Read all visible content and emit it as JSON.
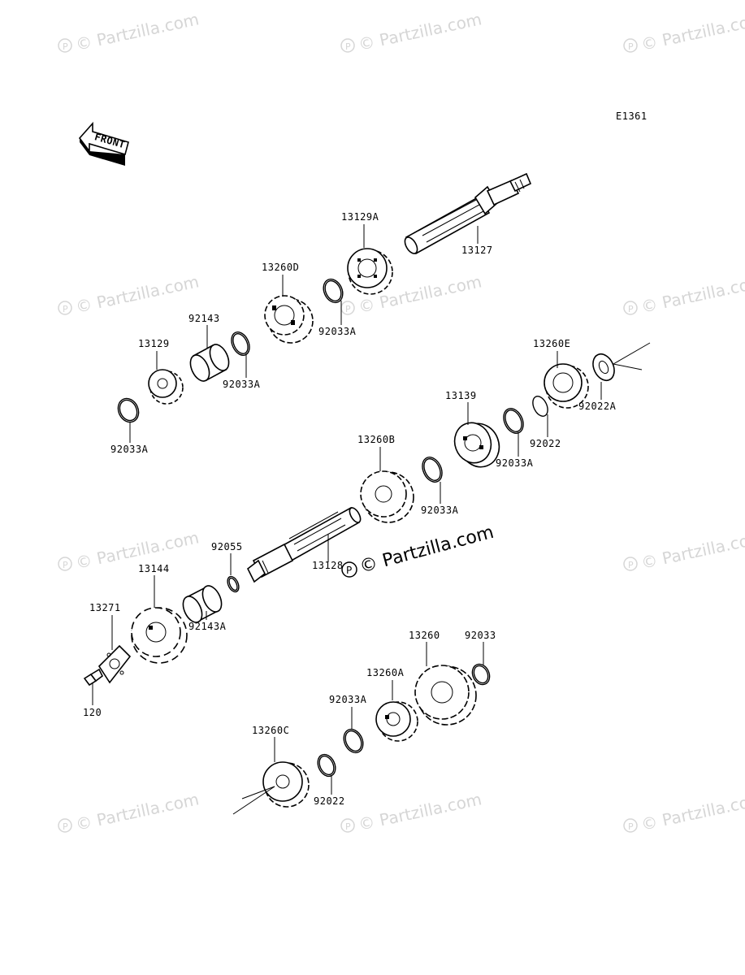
{
  "diagram_code": "E1361",
  "front_label": "FRONT",
  "watermark": "© Partzilla.com",
  "parts": [
    {
      "id": "p13129A",
      "number": "13129A"
    },
    {
      "id": "p13127",
      "number": "13127"
    },
    {
      "id": "p13260D",
      "number": "13260D"
    },
    {
      "id": "p92143",
      "number": "92143"
    },
    {
      "id": "p13129",
      "number": "13129"
    },
    {
      "id": "p92033A_a",
      "number": "92033A"
    },
    {
      "id": "p92033A_b",
      "number": "92033A"
    },
    {
      "id": "p92033A_c",
      "number": "92033A"
    },
    {
      "id": "p13260E",
      "number": "13260E"
    },
    {
      "id": "p13139",
      "number": "13139"
    },
    {
      "id": "p92022A",
      "number": "92022A"
    },
    {
      "id": "p92022_a",
      "number": "92022"
    },
    {
      "id": "p92033A_d",
      "number": "92033A"
    },
    {
      "id": "p13260B",
      "number": "13260B"
    },
    {
      "id": "p92033A_e",
      "number": "92033A"
    },
    {
      "id": "p92055",
      "number": "92055"
    },
    {
      "id": "p13144",
      "number": "13144"
    },
    {
      "id": "p13128",
      "number": "13128"
    },
    {
      "id": "p13271",
      "number": "13271"
    },
    {
      "id": "p92143A",
      "number": "92143A"
    },
    {
      "id": "p120",
      "number": "120"
    },
    {
      "id": "p13260",
      "number": "13260"
    },
    {
      "id": "p92033",
      "number": "92033"
    },
    {
      "id": "p13260A",
      "number": "13260A"
    },
    {
      "id": "p92033A_f",
      "number": "92033A"
    },
    {
      "id": "p13260C",
      "number": "13260C"
    },
    {
      "id": "p92022_b",
      "number": "92022"
    }
  ]
}
